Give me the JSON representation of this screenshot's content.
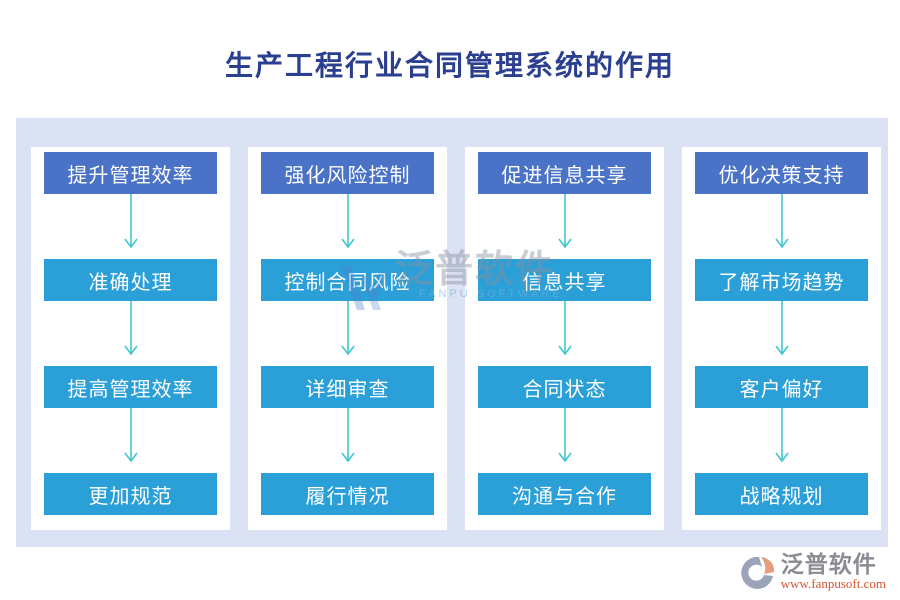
{
  "title": "生产工程行业合同管理系统的作用",
  "columns": [
    {
      "header": "提升管理效率",
      "steps": [
        "准确处理",
        "提高管理效率",
        "更加规范"
      ]
    },
    {
      "header": "强化风险控制",
      "steps": [
        "控制合同风险",
        "详细审查",
        "履行情况"
      ]
    },
    {
      "header": "促进信息共享",
      "steps": [
        "信息共享",
        "合同状态",
        "沟通与合作"
      ]
    },
    {
      "header": "优化决策支持",
      "steps": [
        "了解市场趋势",
        "客户偏好",
        "战略规划"
      ]
    }
  ],
  "watermark": {
    "text": "泛普软件",
    "subtext": "FANPU SOFTWARE"
  },
  "footer_logo": {
    "name": "泛普软件",
    "url": "www.fanpusoft.com"
  },
  "colors": {
    "title": "#2b3f90",
    "board_background": "#dbe2f4",
    "header_box": "#4a73c7",
    "step_box": "#2b9fd8",
    "arrow": "#41c8cf",
    "logo_gray": "#8b8b94",
    "logo_url_orange": "#d4552f"
  }
}
